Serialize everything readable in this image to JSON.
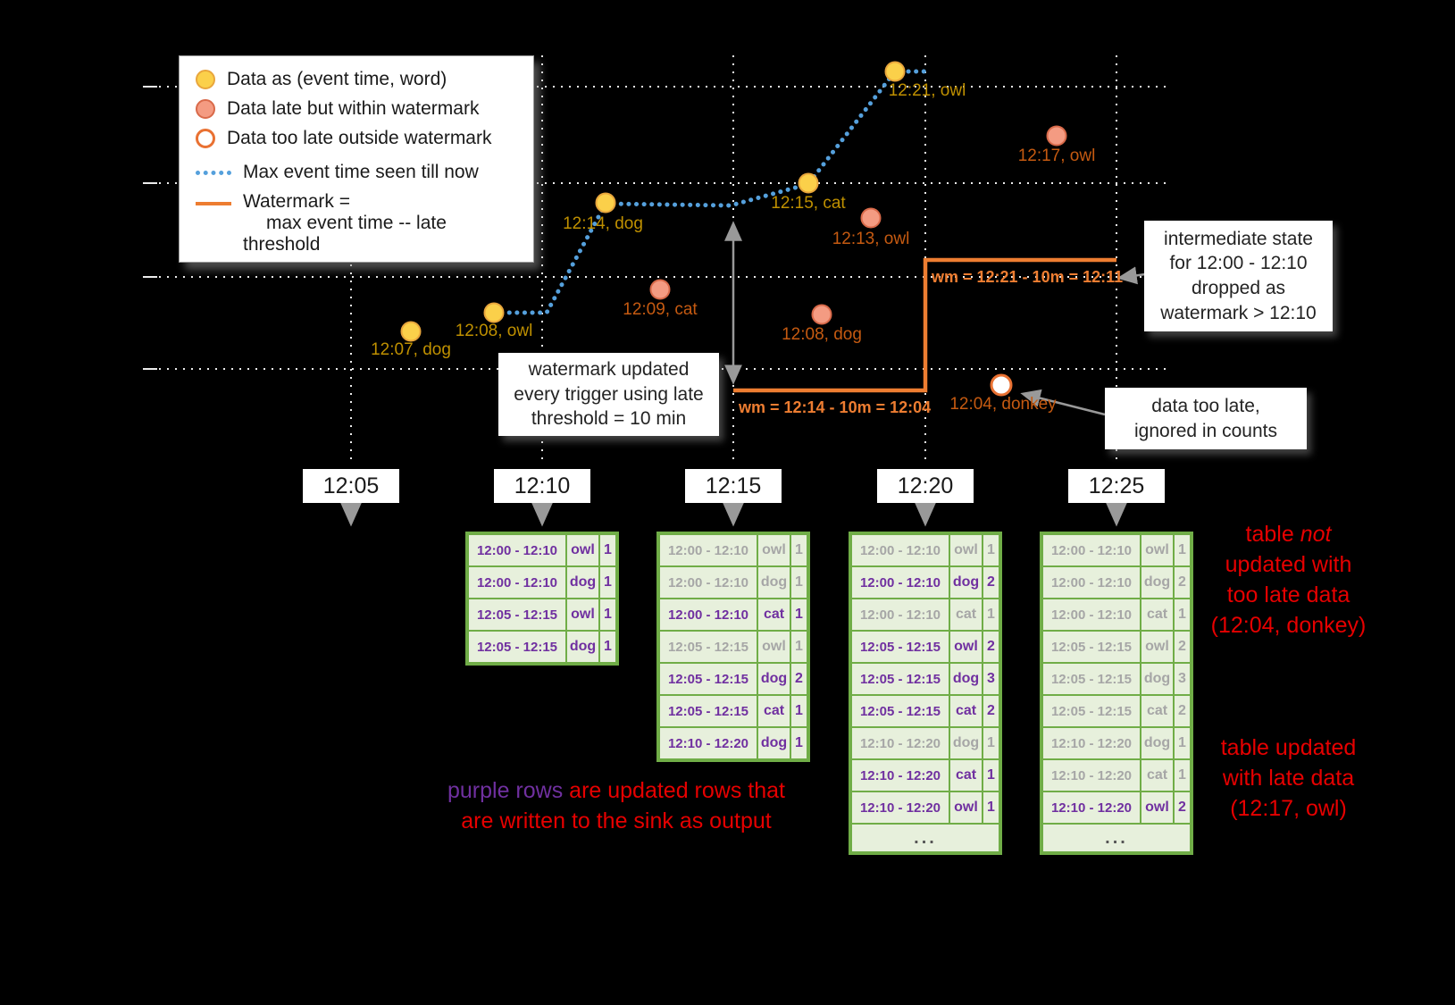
{
  "legend": {
    "data_on_time": "Data as (event time, word)",
    "data_late": "Data late but within watermark",
    "data_too_late": "Data too late outside watermark",
    "max_event_time": "Max event time seen till now",
    "watermark_line1": "Watermark =",
    "watermark_line2": "max event time -- late threshold"
  },
  "points": [
    {
      "label": "12:07, dog",
      "kind": "on-time"
    },
    {
      "label": "12:08, owl",
      "kind": "on-time"
    },
    {
      "label": "12:14, dog",
      "kind": "on-time"
    },
    {
      "label": "12:15, cat",
      "kind": "on-time"
    },
    {
      "label": "12:21, owl",
      "kind": "on-time"
    },
    {
      "label": "12:09, cat",
      "kind": "late"
    },
    {
      "label": "12:13, owl",
      "kind": "late"
    },
    {
      "label": "12:08, dog",
      "kind": "late"
    },
    {
      "label": "12:17, owl",
      "kind": "late"
    },
    {
      "label": "12:04, donkey",
      "kind": "too-late"
    }
  ],
  "watermark": {
    "label_1215": "wm = 12:14 - 10m = 12:04",
    "label_1225": "wm = 12:21 - 10m = 12:11"
  },
  "callouts": {
    "trigger": {
      "line1": "watermark updated",
      "line2": "every trigger using late",
      "line3": "threshold = 10 min"
    },
    "dropped": {
      "line1": "intermediate state",
      "line2": "for 12:00 - 12:10",
      "line3": "dropped as",
      "line4": "watermark > 12:10"
    },
    "too_late": {
      "line1": "data too late,",
      "line2": "ignored in counts"
    }
  },
  "axis": [
    "12:05",
    "12:10",
    "12:15",
    "12:20",
    "12:25"
  ],
  "tables": [
    {
      "trigger": "12:10",
      "has_ellipsis": false,
      "rows": [
        {
          "window": "12:00 - 12:10",
          "word": "owl",
          "count": "1",
          "updated": true
        },
        {
          "window": "12:00 - 12:10",
          "word": "dog",
          "count": "1",
          "updated": true
        },
        {
          "window": "12:05 - 12:15",
          "word": "owl",
          "count": "1",
          "updated": true
        },
        {
          "window": "12:05 - 12:15",
          "word": "dog",
          "count": "1",
          "updated": true
        }
      ]
    },
    {
      "trigger": "12:15",
      "has_ellipsis": false,
      "rows": [
        {
          "window": "12:00 - 12:10",
          "word": "owl",
          "count": "1",
          "updated": false
        },
        {
          "window": "12:00 - 12:10",
          "word": "dog",
          "count": "1",
          "updated": false
        },
        {
          "window": "12:00 - 12:10",
          "word": "cat",
          "count": "1",
          "updated": true
        },
        {
          "window": "12:05 - 12:15",
          "word": "owl",
          "count": "1",
          "updated": false
        },
        {
          "window": "12:05 - 12:15",
          "word": "dog",
          "count": "2",
          "updated": true
        },
        {
          "window": "12:05 - 12:15",
          "word": "cat",
          "count": "1",
          "updated": true
        },
        {
          "window": "12:10 - 12:20",
          "word": "dog",
          "count": "1",
          "updated": true
        }
      ]
    },
    {
      "trigger": "12:20",
      "has_ellipsis": true,
      "rows": [
        {
          "window": "12:00 - 12:10",
          "word": "owl",
          "count": "1",
          "updated": false
        },
        {
          "window": "12:00 - 12:10",
          "word": "dog",
          "count": "2",
          "updated": true
        },
        {
          "window": "12:00 - 12:10",
          "word": "cat",
          "count": "1",
          "updated": false
        },
        {
          "window": "12:05 - 12:15",
          "word": "owl",
          "count": "2",
          "updated": true
        },
        {
          "window": "12:05 - 12:15",
          "word": "dog",
          "count": "3",
          "updated": true
        },
        {
          "window": "12:05 - 12:15",
          "word": "cat",
          "count": "2",
          "updated": true
        },
        {
          "window": "12:10 - 12:20",
          "word": "dog",
          "count": "1",
          "updated": false
        },
        {
          "window": "12:10 - 12:20",
          "word": "cat",
          "count": "1",
          "updated": true
        },
        {
          "window": "12:10 - 12:20",
          "word": "owl",
          "count": "1",
          "updated": true
        }
      ]
    },
    {
      "trigger": "12:25",
      "has_ellipsis": true,
      "rows": [
        {
          "window": "12:00 - 12:10",
          "word": "owl",
          "count": "1",
          "updated": false
        },
        {
          "window": "12:00 - 12:10",
          "word": "dog",
          "count": "2",
          "updated": false
        },
        {
          "window": "12:00 - 12:10",
          "word": "cat",
          "count": "1",
          "updated": false
        },
        {
          "window": "12:05 - 12:15",
          "word": "owl",
          "count": "2",
          "updated": false
        },
        {
          "window": "12:05 - 12:15",
          "word": "dog",
          "count": "3",
          "updated": false
        },
        {
          "window": "12:05 - 12:15",
          "word": "cat",
          "count": "2",
          "updated": false
        },
        {
          "window": "12:10 - 12:20",
          "word": "dog",
          "count": "1",
          "updated": false
        },
        {
          "window": "12:10 - 12:20",
          "word": "cat",
          "count": "1",
          "updated": false
        },
        {
          "window": "12:10 - 12:20",
          "word": "owl",
          "count": "2",
          "updated": true
        }
      ]
    }
  ],
  "notes": {
    "purple": {
      "lead": "purple rows",
      "line1_rest": " are updated rows that",
      "line2": "are written to the sink as output"
    },
    "not_updated": {
      "line1a": "table",
      "line1b": "not",
      "line2": "updated with",
      "line3": "too late data",
      "line4": "(12:04, donkey)"
    },
    "updated": {
      "line1": "table updated",
      "line2": "with late data",
      "line3": "(12:17, owl)"
    }
  },
  "misc": {
    "ellipsis": "..."
  },
  "colors": {
    "background": "#000000",
    "on_time_fill": "#FBD04A",
    "on_time_stroke": "#E9A63C",
    "on_time_label": "#BF9000",
    "late_fill": "#F49B82",
    "late_stroke": "#D96A4A",
    "late_label": "#C55A11",
    "too_late_ring": "#E97132",
    "max_event_time_line": "#55A0DC",
    "watermark_line": "#ED7D31",
    "table_border": "#70AD47",
    "table_fill": "#E7F0DC",
    "updated_row_text": "#7030A0",
    "old_row_text": "#A6A6A6",
    "note_red": "#E60000"
  }
}
